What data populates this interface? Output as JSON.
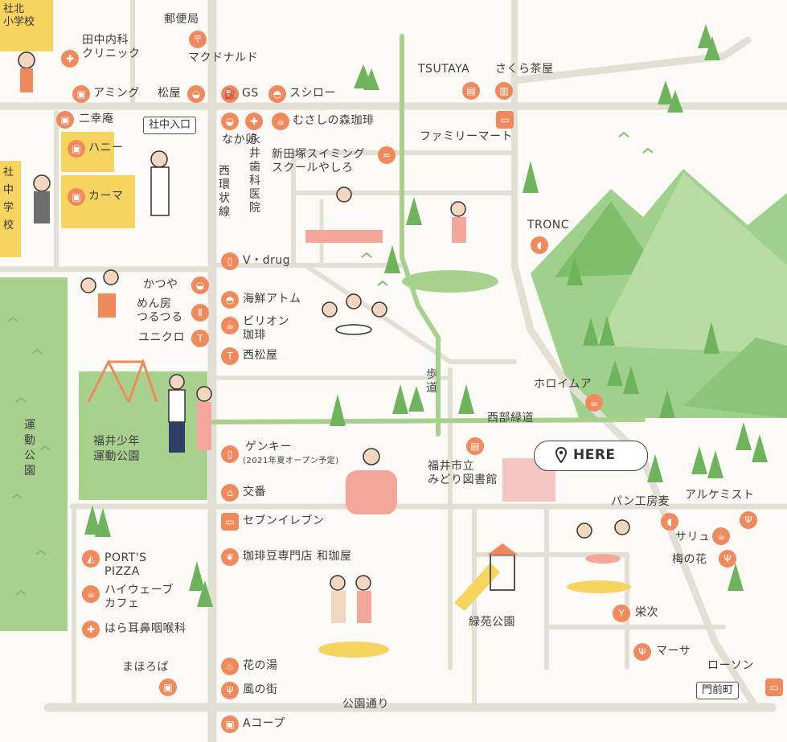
{
  "colors": {
    "road": "#e2e0d5",
    "green_road": "#a9d18e",
    "park": "#a9d18e",
    "mountain": "#7fbf6b",
    "school": "#f6d45f",
    "accent": "#f08a5d",
    "here_pad": "#f6c6c3"
  },
  "schools": {
    "kita": "社北\n小学校",
    "chu": "社\n中\n学\n校"
  },
  "here": {
    "label": "HERE",
    "icon": "map-pin-icon"
  },
  "roads": {
    "nishi_kanjo": "西\n環\n状\n線",
    "hodo": "歩\n道",
    "seibu_ryokudo": "西部緑道",
    "koen_dori": "公園通り"
  },
  "boxes": {
    "yashiro_iriguchi": "社中入口",
    "monzen": "門前町"
  },
  "parks": {
    "undo": "運\n動\n公\n園",
    "fukui_shonen": "福井少年\n運動公園",
    "ryokuen": "緑苑公園"
  },
  "places": {
    "yubinkyoku": "郵便局",
    "tanaka": "田中内科\nクリニック",
    "mcdonalds": "マクドナルド",
    "aming": "アミング",
    "matsuya": "松屋",
    "gs": "GS",
    "sushiro": "スシロー",
    "niko": "二幸庵",
    "honey": "ハニー",
    "kama": "カーマ",
    "nakau": "なか卯",
    "nagai": "永\n井\n歯\n科\n医\n院",
    "musashi": "むさしの森珈琲",
    "shinden": "新田塚スイミング\nスクールやしろ",
    "tsutaya": "TSUTAYA",
    "sakura": "さくら茶屋",
    "family": "ファミリーマート",
    "tronc": "TRONC",
    "vdrug": "V・drug",
    "katsuya": "かつや",
    "menbo": "めん房\nつるつる",
    "uniqlo": "ユニクロ",
    "kaisen": "海鮮アトム",
    "birion": "ビリオン\n珈琲",
    "nishimatsuya": "西松屋",
    "horoimua": "ホロイムア",
    "genki": "ゲンキー",
    "genki_note": "(2021年夏オープン予定)",
    "koban": "交番",
    "seven": "セブンイレブン",
    "library": "福井市立\nみどり図書館",
    "panko": "パン工房麦",
    "alchemist": "アルケミスト",
    "sarilu": "サリュ",
    "umenohana": "梅の花",
    "eiji": "栄次",
    "masa": "マーサ",
    "lawson": "ローソン",
    "ports": "PORT'S\nPIZZA",
    "highwave": "ハイウェーブ\nカフェ",
    "hara": "はら耳鼻咽喉科",
    "wakouya": "珈琲豆専門店 和珈屋",
    "mahoroba": "まほろば",
    "hananoyu": "花の湯",
    "kazenomachi": "風の街",
    "acoop": "Aコープ"
  }
}
